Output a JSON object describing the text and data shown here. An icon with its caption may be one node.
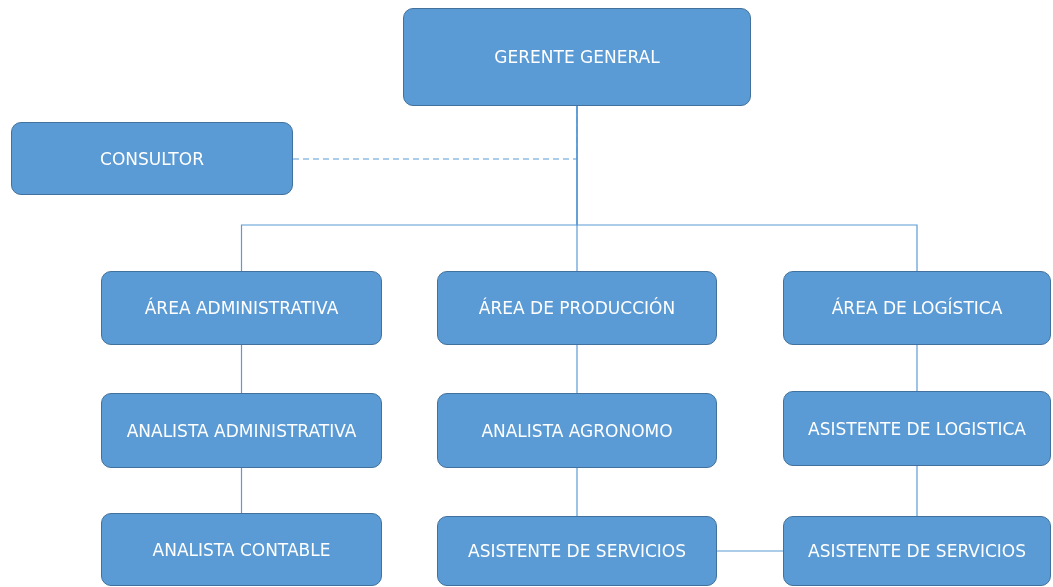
{
  "diagram": {
    "nodes": [
      {
        "text": [
          "GERENTE GENERAL"
        ]
      },
      {
        "text": [
          "CONSULTOR"
        ]
      },
      {
        "text": [
          "ÁREA ADMINISTRATIVA"
        ]
      },
      {
        "text": [
          "ÁREA DE PRODUCCIÓN"
        ]
      },
      {
        "text": [
          "ÁREA DE LOGÍSTICA"
        ]
      },
      {
        "text": [
          "ANALISTA ADMINISTRATIVA"
        ]
      },
      {
        "text": [
          "ANALISTA AGRONOMO"
        ]
      },
      {
        "text": [
          "ASISTENTE DE LOGISTICA"
        ]
      },
      {
        "text": [
          "ANALISTA CONTABLE"
        ]
      },
      {
        "text": [
          "ASISTENTE DE SERVICIOS"
        ]
      },
      {
        "text": [
          "ASISTENTE DE SERVICIOS"
        ]
      }
    ],
    "edges": [
      {
        "from": 1,
        "to": 0,
        "arrow": "none",
        "style": "dashed"
      },
      {
        "from": 0,
        "to": 2,
        "arrow": "none"
      },
      {
        "from": 0,
        "to": 3,
        "arrow": "none"
      },
      {
        "from": 0,
        "to": 4,
        "arrow": "none"
      },
      {
        "from": 2,
        "to": 5,
        "arrow": "none"
      },
      {
        "from": 5,
        "to": 8,
        "arrow": "none"
      },
      {
        "from": 3,
        "to": 6,
        "arrow": "none"
      },
      {
        "from": 6,
        "to": 9,
        "arrow": "none"
      },
      {
        "from": 4,
        "to": 7,
        "arrow": "none"
      },
      {
        "from": 7,
        "to": 10,
        "arrow": "none"
      },
      {
        "from": 9,
        "to": 10,
        "arrow": "none"
      }
    ]
  }
}
